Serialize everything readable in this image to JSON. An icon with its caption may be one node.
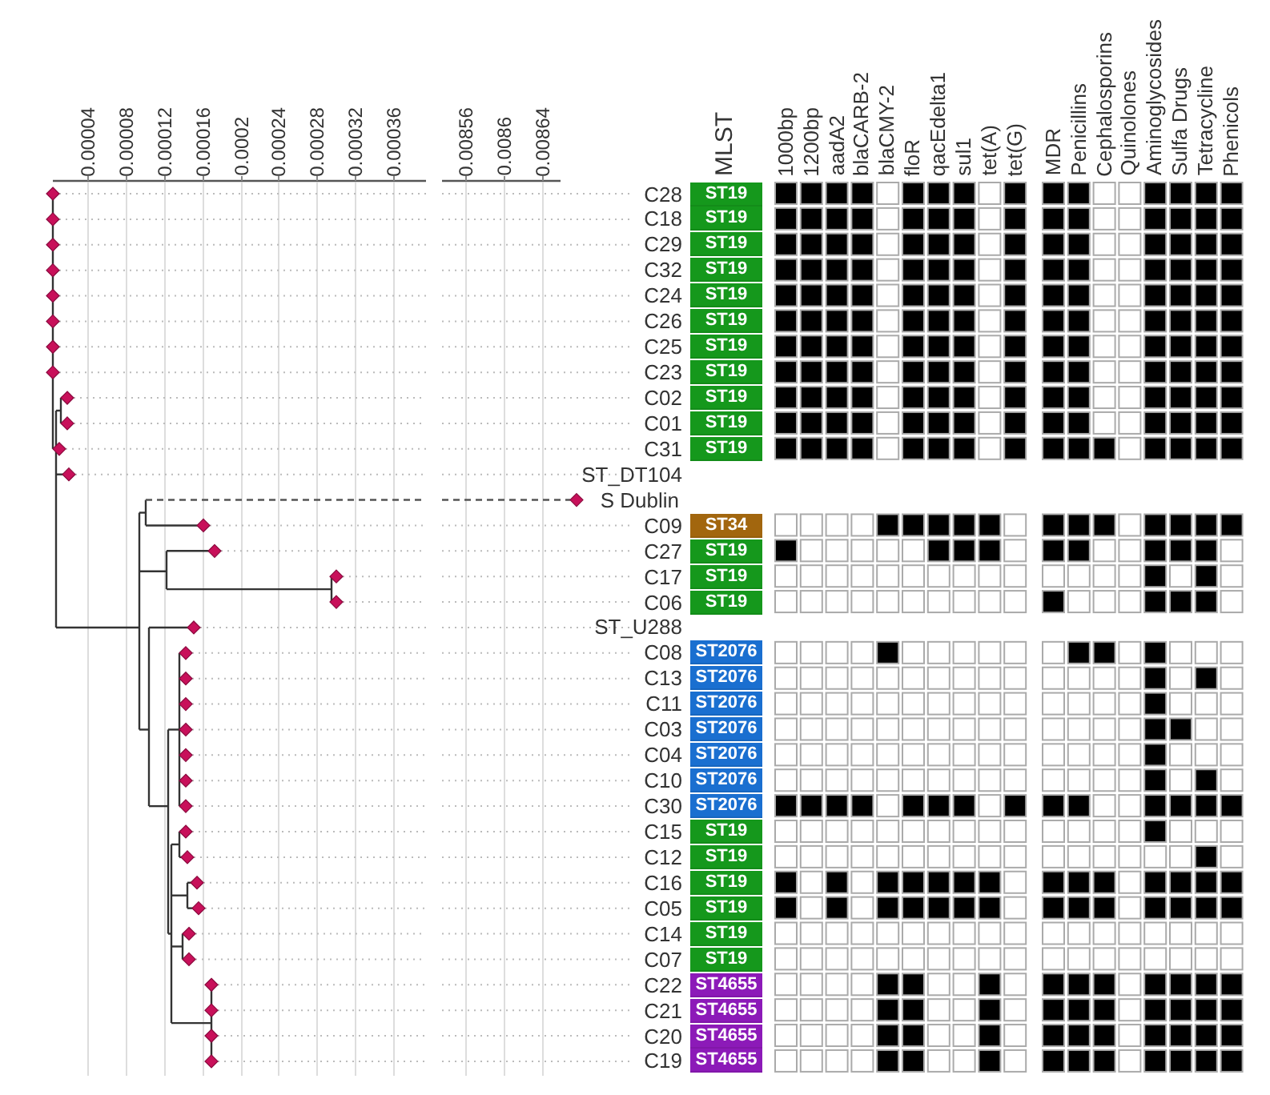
{
  "diagram": {
    "nodes": [
      {
        "text": [
          "ST19"
        ]
      },
      {
        "text": [
          "ST19"
        ]
      },
      {
        "text": [
          "ST19"
        ]
      },
      {
        "text": [
          "ST19"
        ]
      },
      {
        "text": [
          "ST19"
        ]
      },
      {
        "text": [
          "ST19"
        ]
      },
      {
        "text": [
          "ST19"
        ]
      },
      {
        "text": [
          "ST19"
        ]
      },
      {
        "text": [
          "ST19"
        ]
      },
      {
        "text": [
          "ST19"
        ]
      },
      {
        "text": [
          "ST19"
        ]
      },
      {
        "text": [
          "ST34"
        ]
      },
      {
        "text": [
          "ST19"
        ]
      },
      {
        "text": [
          "ST19"
        ]
      },
      {
        "text": [
          "ST19"
        ]
      },
      {
        "text": [
          "ST2076"
        ]
      },
      {
        "text": [
          "ST2076"
        ]
      },
      {
        "text": [
          "ST2076"
        ]
      },
      {
        "text": [
          "ST2076"
        ]
      },
      {
        "text": [
          "ST2076"
        ]
      },
      {
        "text": [
          "ST2076"
        ]
      },
      {
        "text": [
          "ST2076"
        ]
      },
      {
        "text": [
          "ST19"
        ]
      },
      {
        "text": [
          "ST19"
        ]
      },
      {
        "text": [
          "ST19"
        ]
      },
      {
        "text": [
          "ST19"
        ]
      },
      {
        "text": [
          "ST19"
        ]
      },
      {
        "text": [
          "ST19"
        ]
      },
      {
        "text": [
          "ST4655"
        ]
      },
      {
        "text": [
          "ST4655"
        ]
      },
      {
        "text": [
          "ST4655"
        ]
      },
      {
        "text": [
          "ST4655"
        ]
      }
    ],
    "labels": [
      "0.00004",
      "0.00008",
      "0.00012",
      "0.00016",
      "0.0002",
      "0.00024",
      "0.00028",
      "0.00032",
      "0.00036",
      "0.00856",
      "0.0086",
      "0.00864",
      "MLST",
      "1000bp",
      "1200bp",
      "aadA2",
      "blaCARB-2",
      "blaCMY-2",
      "floR",
      "qacEdelta1",
      "sul1",
      "tet(A)",
      "tet(G)",
      "MDR",
      "Penicillins",
      "Cephalosporins",
      "Quinolones",
      "Aminoglycosides",
      "Sulfa Drugs",
      "Tetracycline",
      "Phenicols",
      "C28",
      "C18",
      "C29",
      "C32",
      "C24",
      "C26",
      "C25",
      "C23",
      "C02",
      "C01",
      "C31",
      "ST_DT104",
      "S Dublin",
      "C09",
      "C27",
      "C17",
      "C06",
      "ST_U288",
      "C08",
      "C13",
      "C11",
      "C03",
      "C04",
      "C10",
      "C30",
      "C15",
      "C12",
      "C16",
      "C05",
      "C14",
      "C07",
      "C22",
      "C21",
      "C20",
      "C19"
    ]
  }
}
